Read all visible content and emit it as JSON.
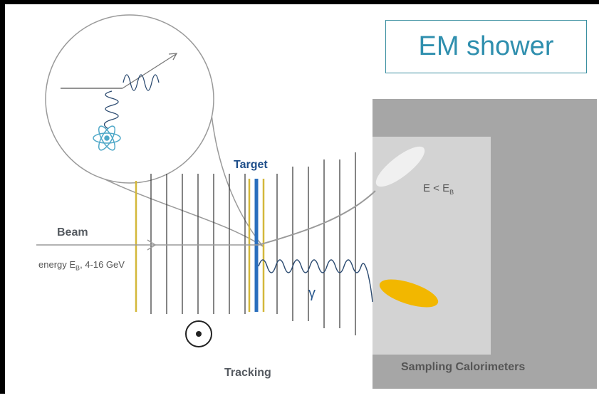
{
  "diagram": {
    "title_box": "EM shower",
    "beam_label": "Beam",
    "energy_label": "energy E",
    "energy_sub": "B",
    "energy_rest": ", 4-16 GeV",
    "target_label": "Target",
    "tracking_label": "Tracking",
    "calorimeter_label": "Sampling Calorimeters",
    "energy_cut": "E < E",
    "energy_cut_sub": "B",
    "photon_symbol": "γ"
  },
  "colors": {
    "calorimeter_outer": "#a6a6a6",
    "calorimeter_inner": "#d3d3d3",
    "tracker_plane": "#333333",
    "yellow_plane": "#d4b83a",
    "target_plane": "#2a6fbd",
    "photon_wave": "#2b4a70",
    "shower_photon": "#f2b700",
    "shower_charged": "#f0f0f0",
    "title_box": "#2f8fae"
  }
}
